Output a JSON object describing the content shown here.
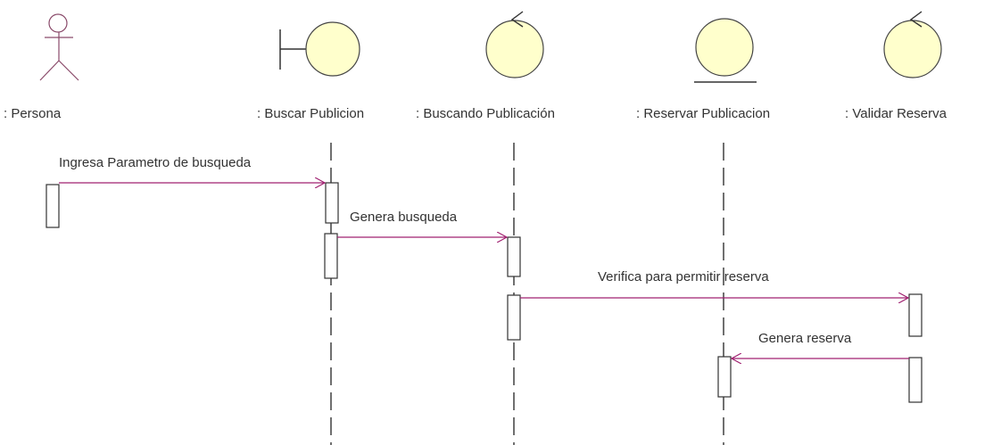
{
  "diagram": {
    "lifelines": [
      {
        "id": "persona",
        "kind": "actor",
        "label": ": Persona"
      },
      {
        "id": "buscar",
        "kind": "boundary",
        "label": ": Buscar Publicion"
      },
      {
        "id": "buscando",
        "kind": "control",
        "label": ": Buscando Publicación"
      },
      {
        "id": "reservar",
        "kind": "entity",
        "label": ": Reservar Publicacion"
      },
      {
        "id": "validar",
        "kind": "control",
        "label": ": Validar Reserva"
      }
    ],
    "messages": [
      {
        "from": "persona",
        "to": "buscar",
        "label": "Ingresa Parametro de busqueda"
      },
      {
        "from": "buscar",
        "to": "buscando",
        "label": "Genera busqueda"
      },
      {
        "from": "buscando",
        "to": "validar",
        "label": "Verifica para permitir reserva"
      },
      {
        "from": "validar",
        "to": "reservar",
        "label": "Genera reserva"
      }
    ],
    "colors": {
      "object_fill": "#ffffcc",
      "message_arrow": "#a02070",
      "lifeline": "#222222"
    }
  }
}
